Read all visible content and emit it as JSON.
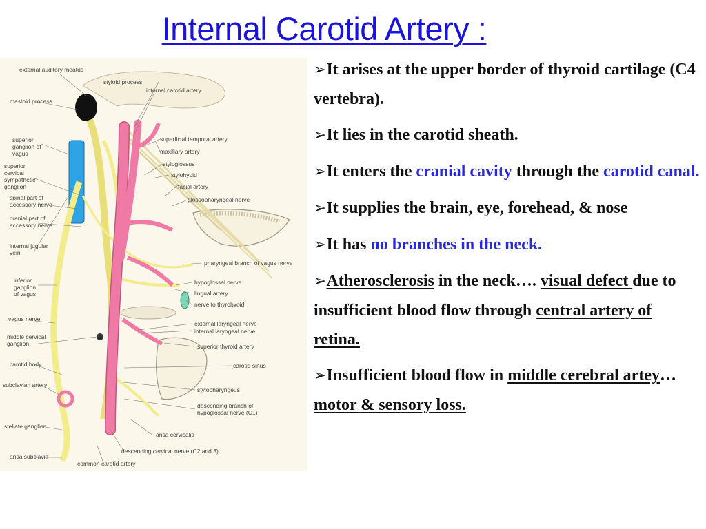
{
  "title": "Internal Carotid Artery :",
  "figure": {
    "labels": {
      "external_auditory_meatus": "external auditory meatus",
      "mastoid_process": "mastoid process",
      "styloid_process": "styloid process",
      "internal_carotid_artery": "internal carotid artery",
      "superior_ganglion_vagus_1": "superior",
      "superior_ganglion_vagus_2": "ganglion of",
      "superior_ganglion_vagus_3": "vagus",
      "superficial_temporal_artery": "superficial temporal artery",
      "maxillary_artery": "maxillary artery",
      "styloglossus": "styloglossus",
      "stylohyoid": "stylohyoid",
      "facial_artery": "facial artery",
      "glossopharyngeal_nerve": "glossopharyngeal nerve",
      "superior_cervical_1": "superior",
      "superior_cervical_2": "cervical",
      "superior_cervical_3": "sympathetic",
      "superior_cervical_4": "ganglion",
      "spinal_accessory_1": "spinal part of",
      "spinal_accessory_2": "accessory nerve",
      "cranial_accessory_1": "cranial part of",
      "cranial_accessory_2": "accessory nerve",
      "internal_jugular_1": "internal jugular",
      "internal_jugular_2": "vein",
      "pharyngeal_branch": "pharyngeal branch of vagus nerve",
      "inferior_ganglion_1": "inferior",
      "inferior_ganglion_2": "ganglion",
      "inferior_ganglion_3": "of vagus",
      "hypoglossal_nerve": "hypoglossal nerve",
      "lingual_artery": "lingual artery",
      "nerve_to_thyrohyoid": "nerve to thyrohyoid",
      "vagus_nerve": "vagus nerve",
      "external_laryngeal": "external laryngeal nerve",
      "internal_laryngeal": "internal laryngeal nerve",
      "middle_cervical_1": "middle cervical",
      "middle_cervical_2": "ganglion",
      "superior_thyroid": "superior thyroid artery",
      "carotid_body": "carotid body",
      "carotid_sinus": "carotid sinus",
      "subclavian_artery": "subclavian artery",
      "stylopharyngeus": "stylopharyngeus",
      "descending_hypoglossal_1": "descending branch of",
      "descending_hypoglossal_2": "hypoglossal nerve (C1)",
      "stellate_ganglion": "stellate ganglion",
      "ansa_cervicalis": "ansa cervicalis",
      "descending_cervical": "descending cervical nerve (C2 and 3)",
      "ansa_subclavia": "ansa subclavia",
      "common_carotid": "common carotid artery"
    }
  },
  "bullets": [
    {
      "marker": "➢",
      "parts": [
        "It arises at the upper border  of thyroid cartilage (C4 vertebra)."
      ]
    },
    {
      "marker": "➢",
      "parts": [
        "It lies in the carotid sheath."
      ]
    },
    {
      "marker": "➢",
      "parts": [
        "It enters the ",
        "cranial cavity",
        " through the ",
        "carotid canal."
      ]
    },
    {
      "marker": "➢",
      "parts": [
        "It supplies the brain, eye, forehead, & nose"
      ]
    },
    {
      "marker": "➢",
      "parts": [
        "It has ",
        "no branches in the neck."
      ]
    },
    {
      "marker": "➢",
      "parts": [
        "Atherosclerosis",
        " in the neck…. ",
        "visual defect ",
        "due to insufficient blood flow through  ",
        "central artery of  retina."
      ]
    },
    {
      "marker": "➢",
      "parts": [
        "Insufficient blood flow in  ",
        "middle cerebral artey",
        "… ",
        "motor & sensory loss."
      ]
    }
  ],
  "colors": {
    "title": "#1a13d8",
    "highlight": "#2a2ad8",
    "artery": "#f07aa6",
    "nerve": "#f2ec8a",
    "vein": "#2ea3e6",
    "figure_background": "#fbf7ea"
  }
}
